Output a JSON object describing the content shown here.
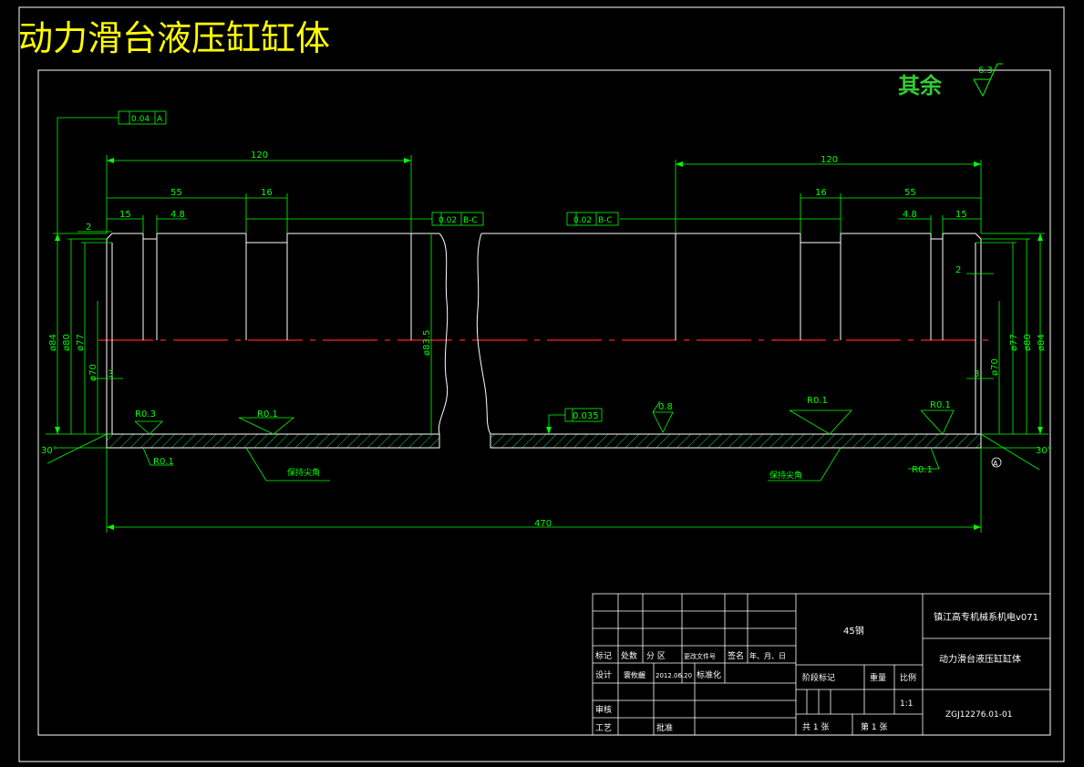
{
  "title": "动力滑台液压缸缸体",
  "surface_note": {
    "label": "其余",
    "roughness": "6.3"
  },
  "colors": {
    "background": "#000000",
    "line": "#00ff00",
    "part": "#ffffff",
    "title": "#ffff00",
    "center": "#ff2020",
    "text_cn": "#33cc33"
  },
  "tolerances": {
    "runout_top": {
      "value": "0.04",
      "datum": "A"
    },
    "runout_left": {
      "value": "0.02",
      "datum": "B-C"
    },
    "runout_right": {
      "value": "0.02",
      "datum": "B-C"
    },
    "cylindricity": {
      "value": "0.035"
    }
  },
  "dimensions": {
    "left_120": "120",
    "left_55": "55",
    "left_16": "16",
    "left_15": "15",
    "left_4_8": "4.8",
    "left_2": "2",
    "right_120": "120",
    "right_55": "55",
    "right_16": "16",
    "right_15": "15",
    "right_4_8": "4.8",
    "right_2": "2",
    "d84_left": "ø84",
    "d80_left": "ø80",
    "d77_left": "ø77",
    "d70_left": "ø70",
    "d3_left": "3",
    "d84_right": "ø84",
    "d80_right": "ø80",
    "d77_right": "ø77",
    "d70_right": "ø70",
    "d3_right": "3",
    "d83_5": "ø83.5",
    "angle_left": "30°",
    "angle_right": "30°",
    "overall": "470"
  },
  "radius_notes": {
    "r03": "R0.3",
    "r01_left_a": "R0.1",
    "r01_left_b": "R0.1",
    "r01_right_a": "R0.1",
    "r01_right_b": "R0.1",
    "r01_right_c": "R0.1"
  },
  "roughness": {
    "r08": "0.8"
  },
  "sharp_notes": {
    "left": "保持尖角",
    "right": "保持尖角"
  },
  "datum_marker": "A",
  "title_block": {
    "material": "45钢",
    "company": "镇江高专机械系机电v071",
    "part_name": "动力滑台液压缸缸体",
    "drawing_no": "ZGJ12276.01-01",
    "headers": [
      "标记",
      "处数",
      "分 区",
      "更改文件号",
      "签名",
      "年、月、日"
    ],
    "design_label": "设计",
    "designer": "寰攸齷",
    "design_date": "2012.06.20",
    "standardize": "标准化",
    "review": "审核",
    "process": "工艺",
    "approve": "批准",
    "stage_mark": "阶段标记",
    "weight": "重量",
    "scale_label": "比例",
    "scale_value": "1:1",
    "sheets": "共 1 张",
    "sheet_no": "第 1 张"
  }
}
